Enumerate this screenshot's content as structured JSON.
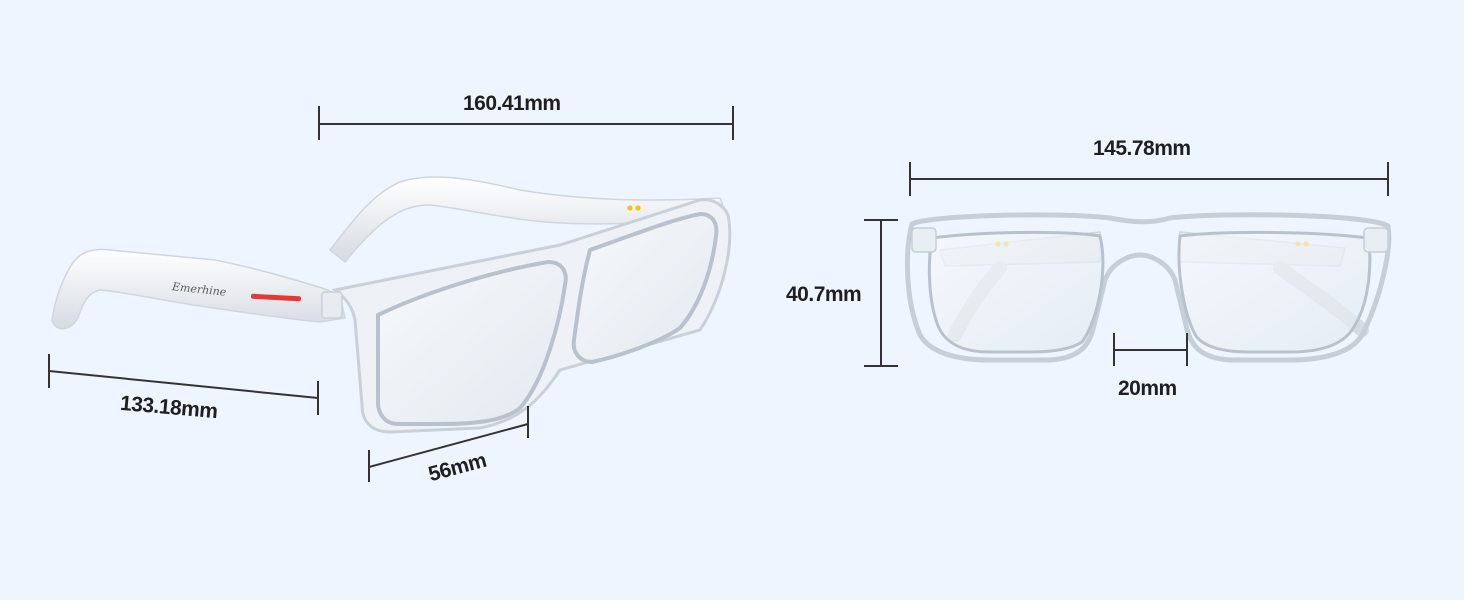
{
  "dimensions": {
    "temple_span": "160.41mm",
    "temple_length": "133.18mm",
    "lens_width": "56mm",
    "frame_width": "145.78mm",
    "lens_height": "40.7mm",
    "bridge_width": "20mm"
  },
  "product": {
    "brand_mark": "Emerhine"
  },
  "colors": {
    "background": "#eef5ff",
    "accent_stripe": "#e53935",
    "sensor_dots": "#f5c400",
    "dimension_lines": "#333333"
  }
}
